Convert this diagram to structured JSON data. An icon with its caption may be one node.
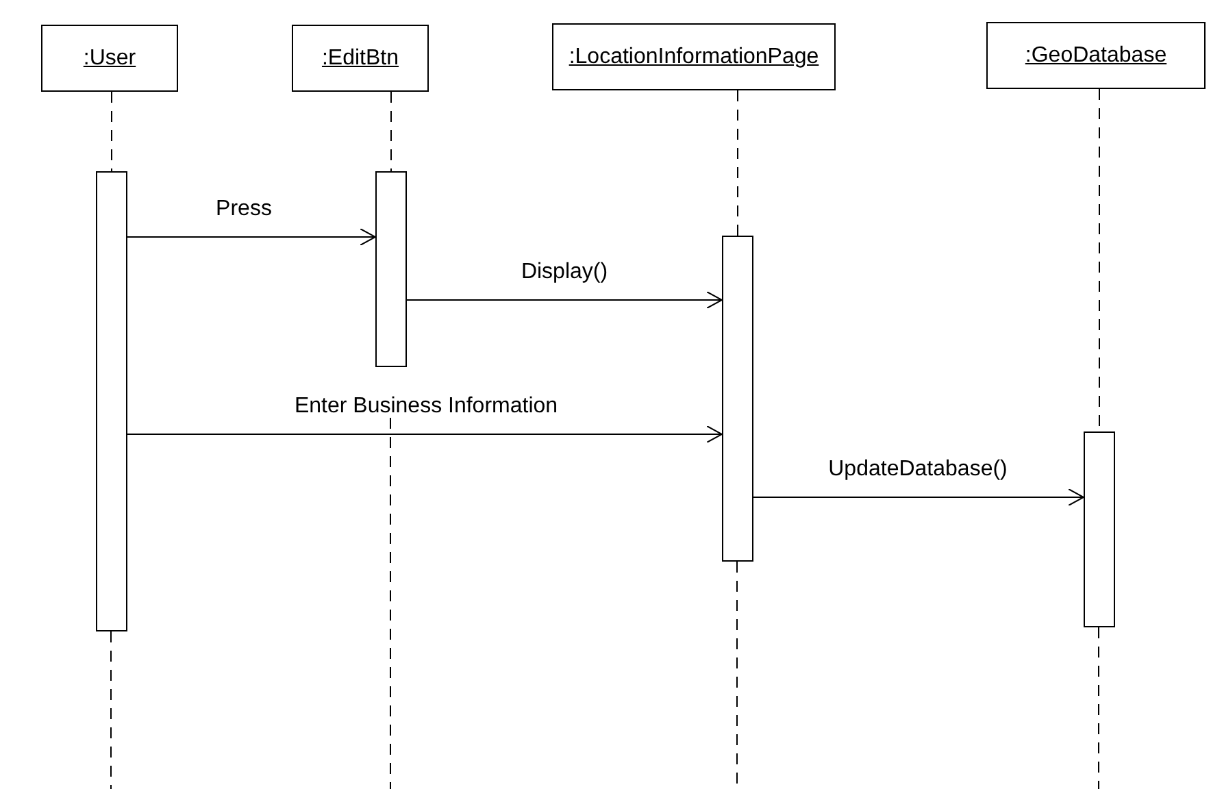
{
  "diagram": {
    "nodes": [
      {
        "text": [
          ":User"
        ]
      },
      {
        "text": [
          ":EditBtn"
        ]
      },
      {
        "text": [
          ":LocationInformationPage"
        ]
      },
      {
        "text": [
          ":GeoDatabase"
        ]
      },
      {
        "text": [],
        "shape": "bar"
      },
      {
        "text": [],
        "shape": "bar"
      },
      {
        "text": [],
        "shape": "bar"
      },
      {
        "text": [],
        "shape": "bar"
      }
    ],
    "edges": [
      {
        "from": 0,
        "to": 4,
        "arrow": "none",
        "style": "dashed"
      },
      {
        "from": 1,
        "to": 5,
        "arrow": "none",
        "style": "dashed"
      },
      {
        "from": 2,
        "to": 6,
        "arrow": "none",
        "style": "dashed"
      },
      {
        "from": 3,
        "to": 7,
        "arrow": "none",
        "style": "dashed"
      },
      {
        "from": 4,
        "to": 5,
        "label": "Press",
        "arrow": "to"
      },
      {
        "from": 5,
        "to": 6,
        "label": "Display()",
        "arrow": "to"
      },
      {
        "from": 4,
        "to": 6,
        "label": "Enter Business Information",
        "arrow": "to"
      },
      {
        "from": 6,
        "to": 7,
        "label": "UpdateDatabase()",
        "arrow": "to"
      }
    ]
  }
}
